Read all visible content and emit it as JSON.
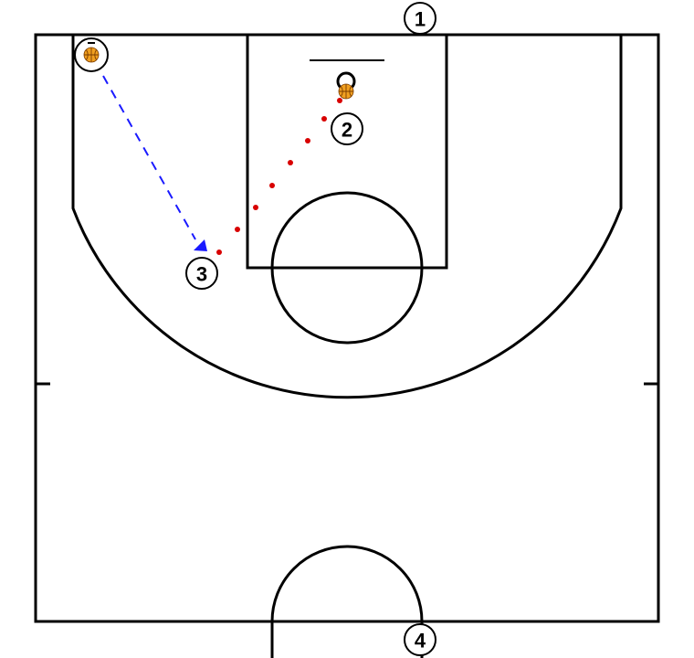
{
  "diagram": {
    "court": {
      "line_color": "#000000",
      "background": "#ffffff"
    },
    "players": [
      {
        "id": "player-1",
        "label": "1",
        "has_ball": false
      },
      {
        "id": "player-2",
        "label": "2",
        "has_ball": false
      },
      {
        "id": "player-3",
        "label": "3",
        "has_ball": false
      },
      {
        "id": "player-4",
        "label": "4",
        "has_ball": false
      },
      {
        "id": "player-corner",
        "label": "",
        "has_ball": true
      }
    ],
    "balls": [
      {
        "holder": "corner-player",
        "color": "#f0a020"
      },
      {
        "holder": "under-basket",
        "color": "#f0a020"
      }
    ],
    "actions": [
      {
        "type": "pass",
        "from": "corner-player",
        "to": "player-3",
        "style": "dashed-arrow",
        "color": "#1a1aff"
      },
      {
        "type": "dribble",
        "from": "player-3",
        "to": "basket",
        "style": "dotted",
        "color": "#d80000"
      }
    ]
  }
}
